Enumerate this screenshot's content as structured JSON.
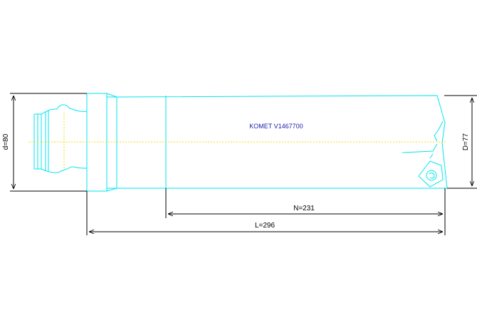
{
  "drawing": {
    "model_label": "KOMET V1467700",
    "dim_d": "d=80",
    "dim_D": "D=77",
    "dim_N": "N=231",
    "dim_L": "L=296"
  },
  "colors": {
    "outline": "#00e5f0",
    "dimension": "#000000",
    "centerline": "#f0e000",
    "label": "#1a1aaa"
  }
}
